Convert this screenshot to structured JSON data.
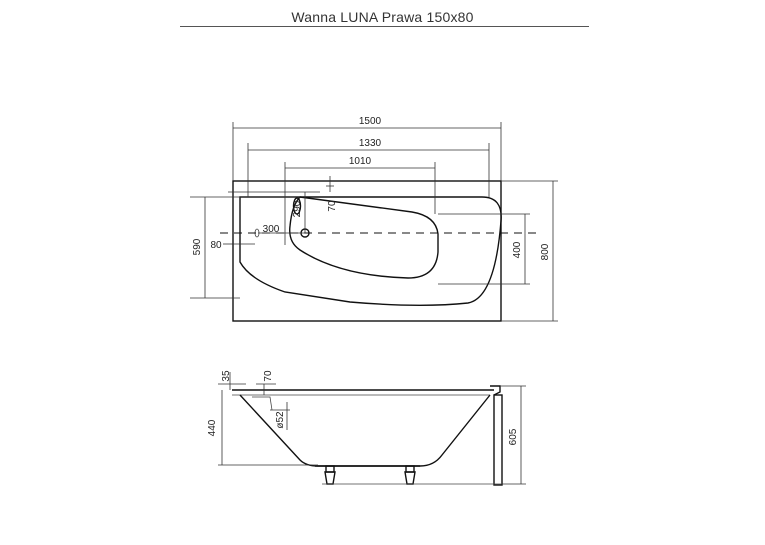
{
  "title": "Wanna LUNA Prawa 150x80",
  "colors": {
    "line": "#111111",
    "text": "#222222",
    "background": "#ffffff"
  },
  "top_view": {
    "dimensions": {
      "overall_length": "1500",
      "inner_length": "1330",
      "basin_length": "1010",
      "inner_width": "590",
      "overall_width": "800",
      "basin_width": "400",
      "drain_offset_x": "300",
      "drain_edge_offset": "80",
      "drain_offset_y": "290",
      "overflow_offset": "70"
    }
  },
  "side_view": {
    "dimensions": {
      "rim_height": "35",
      "rim_offset": "70",
      "drain_diameter": "ø52",
      "tub_height": "440",
      "total_height": "605"
    }
  }
}
